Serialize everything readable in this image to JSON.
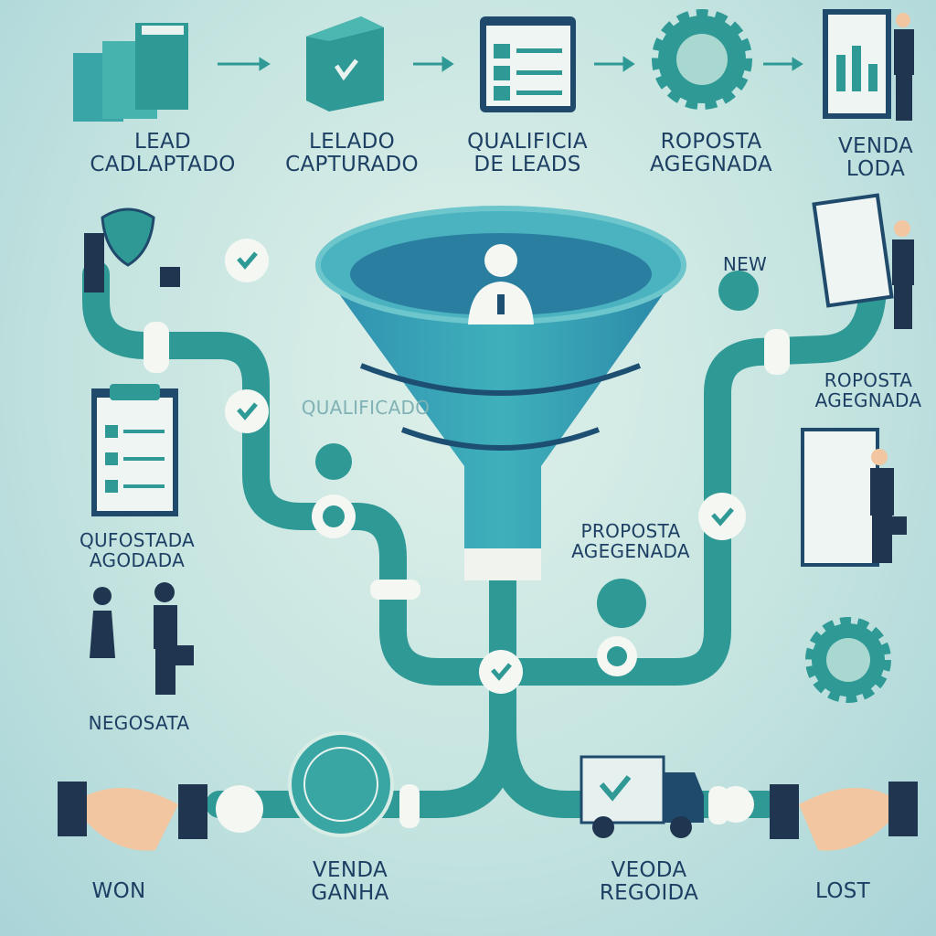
{
  "top_stages": [
    {
      "line1": "LEAD",
      "line2": "CADLAPTADO",
      "icon": "books-icon"
    },
    {
      "line1": "LELADO",
      "line2": "CAPTURADO",
      "icon": "box-icon"
    },
    {
      "line1": "QUALIFICIA",
      "line2": "DE LEADS",
      "icon": "checklist-icon"
    },
    {
      "line1": "ROPOSTA",
      "line2": "AGEGNADA",
      "icon": "gear-icon"
    },
    {
      "line1": "VENDA",
      "line2": "LODA",
      "icon": "presenter-icon"
    }
  ],
  "middle_labels": {
    "qualificado": "QUALIFICADO",
    "new": "NEW",
    "right_proposta": {
      "line1": "ROPOSTA",
      "line2": "AGEGNADA"
    },
    "center_proposta": {
      "line1": "PROPOSTA",
      "line2": "AGEGENADA"
    },
    "left_proposta": {
      "line1": "QUFOSTADA",
      "line2": "AGODADA"
    },
    "negotiation": "NEGOSATA"
  },
  "bottom_outcomes": [
    {
      "line1": "WON",
      "icon": "handshake-icon"
    },
    {
      "line1": "VENDA",
      "line2": "GANHA",
      "icon": "heart-badge-icon"
    },
    {
      "line1": "VEODA",
      "line2": "REGOIDA",
      "icon": "truck-icon"
    },
    {
      "line1": "LOST",
      "icon": "handshake-icon"
    }
  ],
  "colors": {
    "pipe": "#2f9996",
    "funnel": "#3aa6b5",
    "text": "#1d3f63",
    "node": "#f4f7f2"
  }
}
